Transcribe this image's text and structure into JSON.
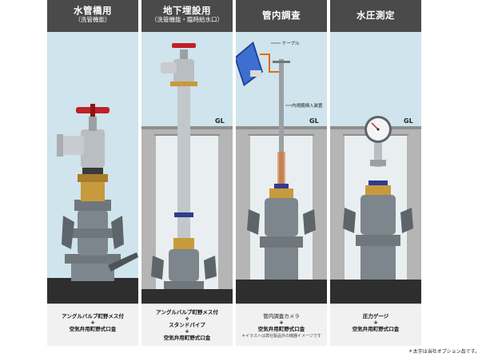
{
  "panels": [
    {
      "title": "水管橋用",
      "subtitle": "（洗管機能）",
      "caption": [
        "アングルバルブ町野メス付",
        "+",
        "空気弁用町野式口金"
      ]
    },
    {
      "title": "地下埋設用",
      "subtitle": "（洗管機能・臨時給水口）",
      "caption": [
        "アングルバルブ町野メス付",
        "+",
        "スタンドパイプ",
        "+",
        "空気弁用町野式口金"
      ]
    },
    {
      "title": "管内調査",
      "subtitle": "",
      "caption": [
        "管内調査カメラ",
        "+",
        "空気弁用町野式口金"
      ],
      "note": "＊イラストは弊社製品外の機器イメージです",
      "labels": {
        "cable": "ケーブル",
        "insert": "内視鏡挿入装置"
      }
    },
    {
      "title": "水圧測定",
      "subtitle": "",
      "caption": [
        "圧力ゲージ",
        "+",
        "空気弁用町野式口金"
      ]
    }
  ],
  "ground_label": "GL",
  "footnote": "＊太字は当社オプション品です。",
  "colors": {
    "header": "#4a4a4a",
    "sky": "#cfe4ec",
    "ground": "#b5b5b5",
    "pipe": "#7d868c",
    "brass": "#c79a3d",
    "handwheel": "#c0202a"
  }
}
